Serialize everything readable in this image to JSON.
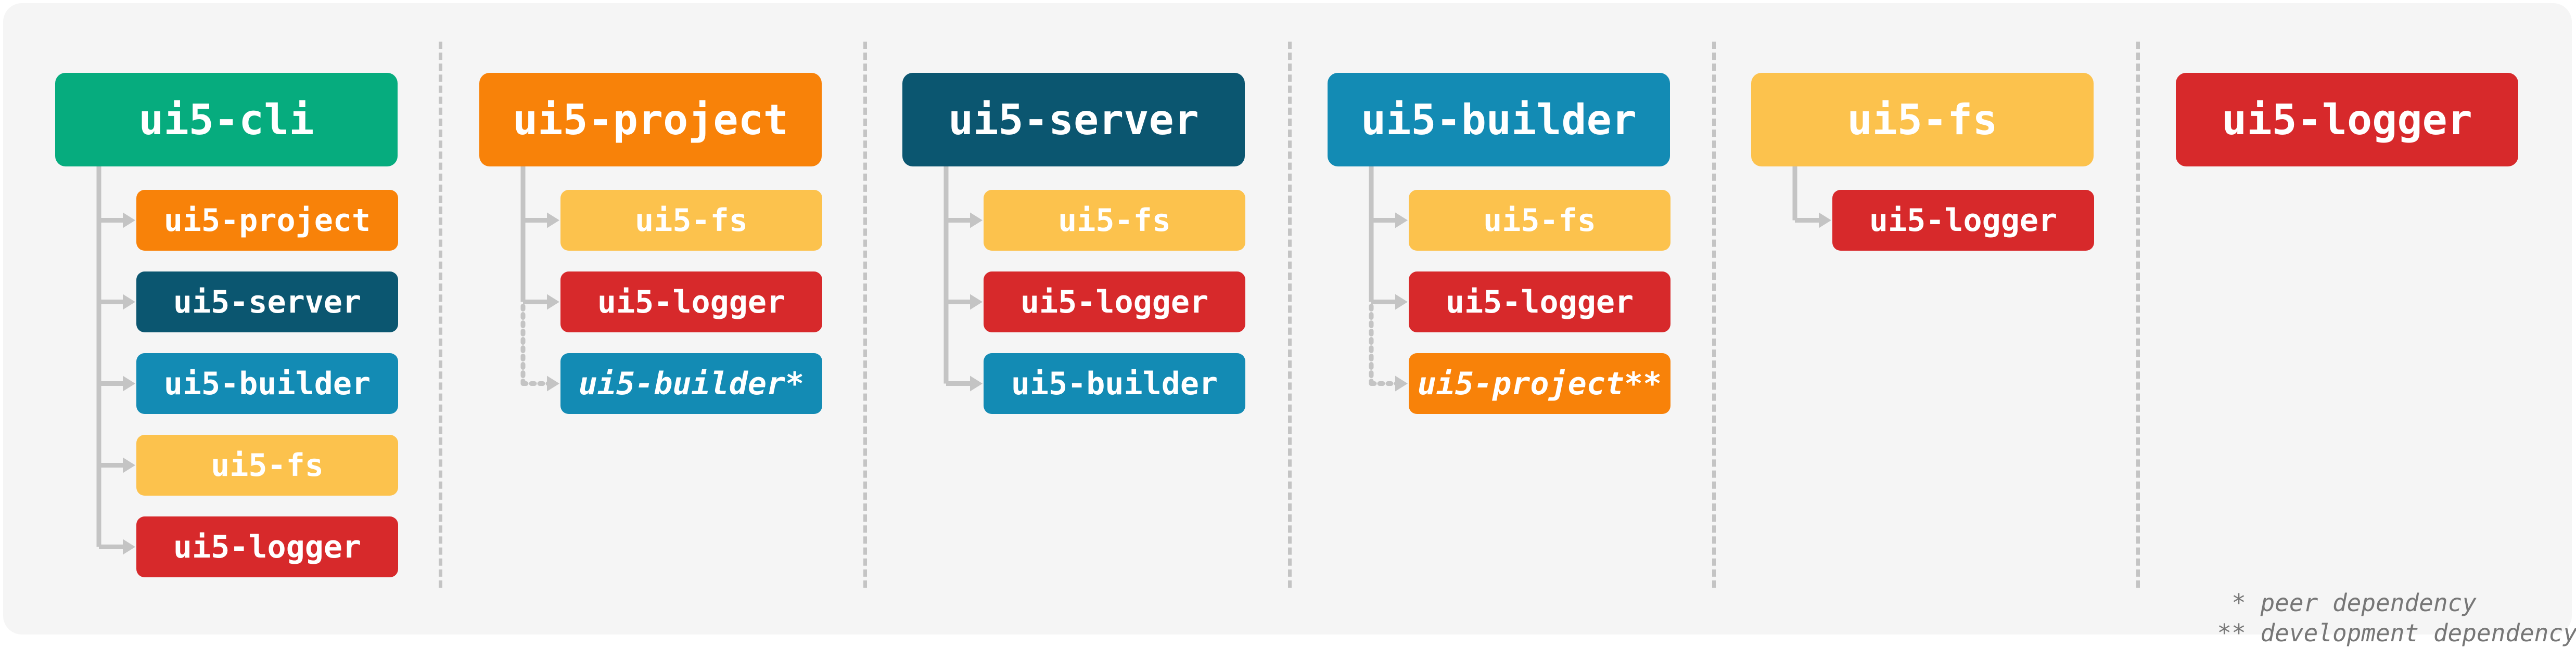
{
  "colors": {
    "ui5-cli": "#06ac7e",
    "ui5-project": "#f88209",
    "ui5-server": "#0b5670",
    "ui5-builder": "#138bb4",
    "ui5-fs": "#fcc24d",
    "ui5-logger": "#d7292b",
    "connector": "#c4c4c4",
    "panel": "#f5f5f5"
  },
  "columns": [
    {
      "name": "ui5-cli",
      "deps": [
        {
          "name": "ui5-project",
          "kind": "regular"
        },
        {
          "name": "ui5-server",
          "kind": "regular"
        },
        {
          "name": "ui5-builder",
          "kind": "regular"
        },
        {
          "name": "ui5-fs",
          "kind": "regular"
        },
        {
          "name": "ui5-logger",
          "kind": "regular"
        }
      ]
    },
    {
      "name": "ui5-project",
      "deps": [
        {
          "name": "ui5-fs",
          "kind": "regular"
        },
        {
          "name": "ui5-logger",
          "kind": "regular"
        },
        {
          "name": "ui5-builder",
          "label": "ui5-builder*",
          "kind": "peer"
        }
      ]
    },
    {
      "name": "ui5-server",
      "deps": [
        {
          "name": "ui5-fs",
          "kind": "regular"
        },
        {
          "name": "ui5-logger",
          "kind": "regular"
        },
        {
          "name": "ui5-builder",
          "kind": "regular"
        }
      ]
    },
    {
      "name": "ui5-builder",
      "deps": [
        {
          "name": "ui5-fs",
          "kind": "regular"
        },
        {
          "name": "ui5-logger",
          "kind": "regular"
        },
        {
          "name": "ui5-project",
          "label": "ui5-project**",
          "kind": "development"
        }
      ]
    },
    {
      "name": "ui5-fs",
      "deps": [
        {
          "name": "ui5-logger",
          "kind": "regular"
        }
      ]
    },
    {
      "name": "ui5-logger",
      "deps": []
    }
  ],
  "legend": [
    {
      "marker": " *",
      "text": "peer dependency"
    },
    {
      "marker": "**",
      "text": "development dependency"
    }
  ]
}
